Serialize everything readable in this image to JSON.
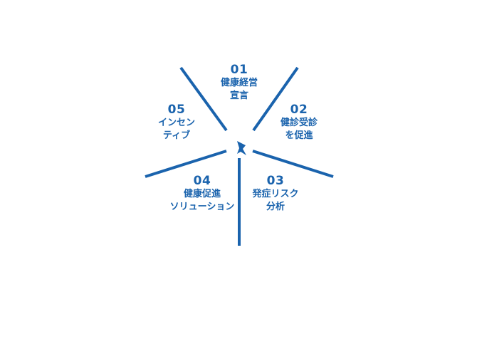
{
  "accent_color": "#1a63ad",
  "segments": [
    {
      "number": "01",
      "line1": "健康経営",
      "line2": "宣言"
    },
    {
      "number": "02",
      "line1": "健診受診",
      "line2": "を促進"
    },
    {
      "number": "03",
      "line1": "発症リスク",
      "line2": "分析"
    },
    {
      "number": "04",
      "line1": "健康促進",
      "line2": "ソリューション"
    },
    {
      "number": "05",
      "line1": "インセン",
      "line2": "ティブ"
    }
  ]
}
